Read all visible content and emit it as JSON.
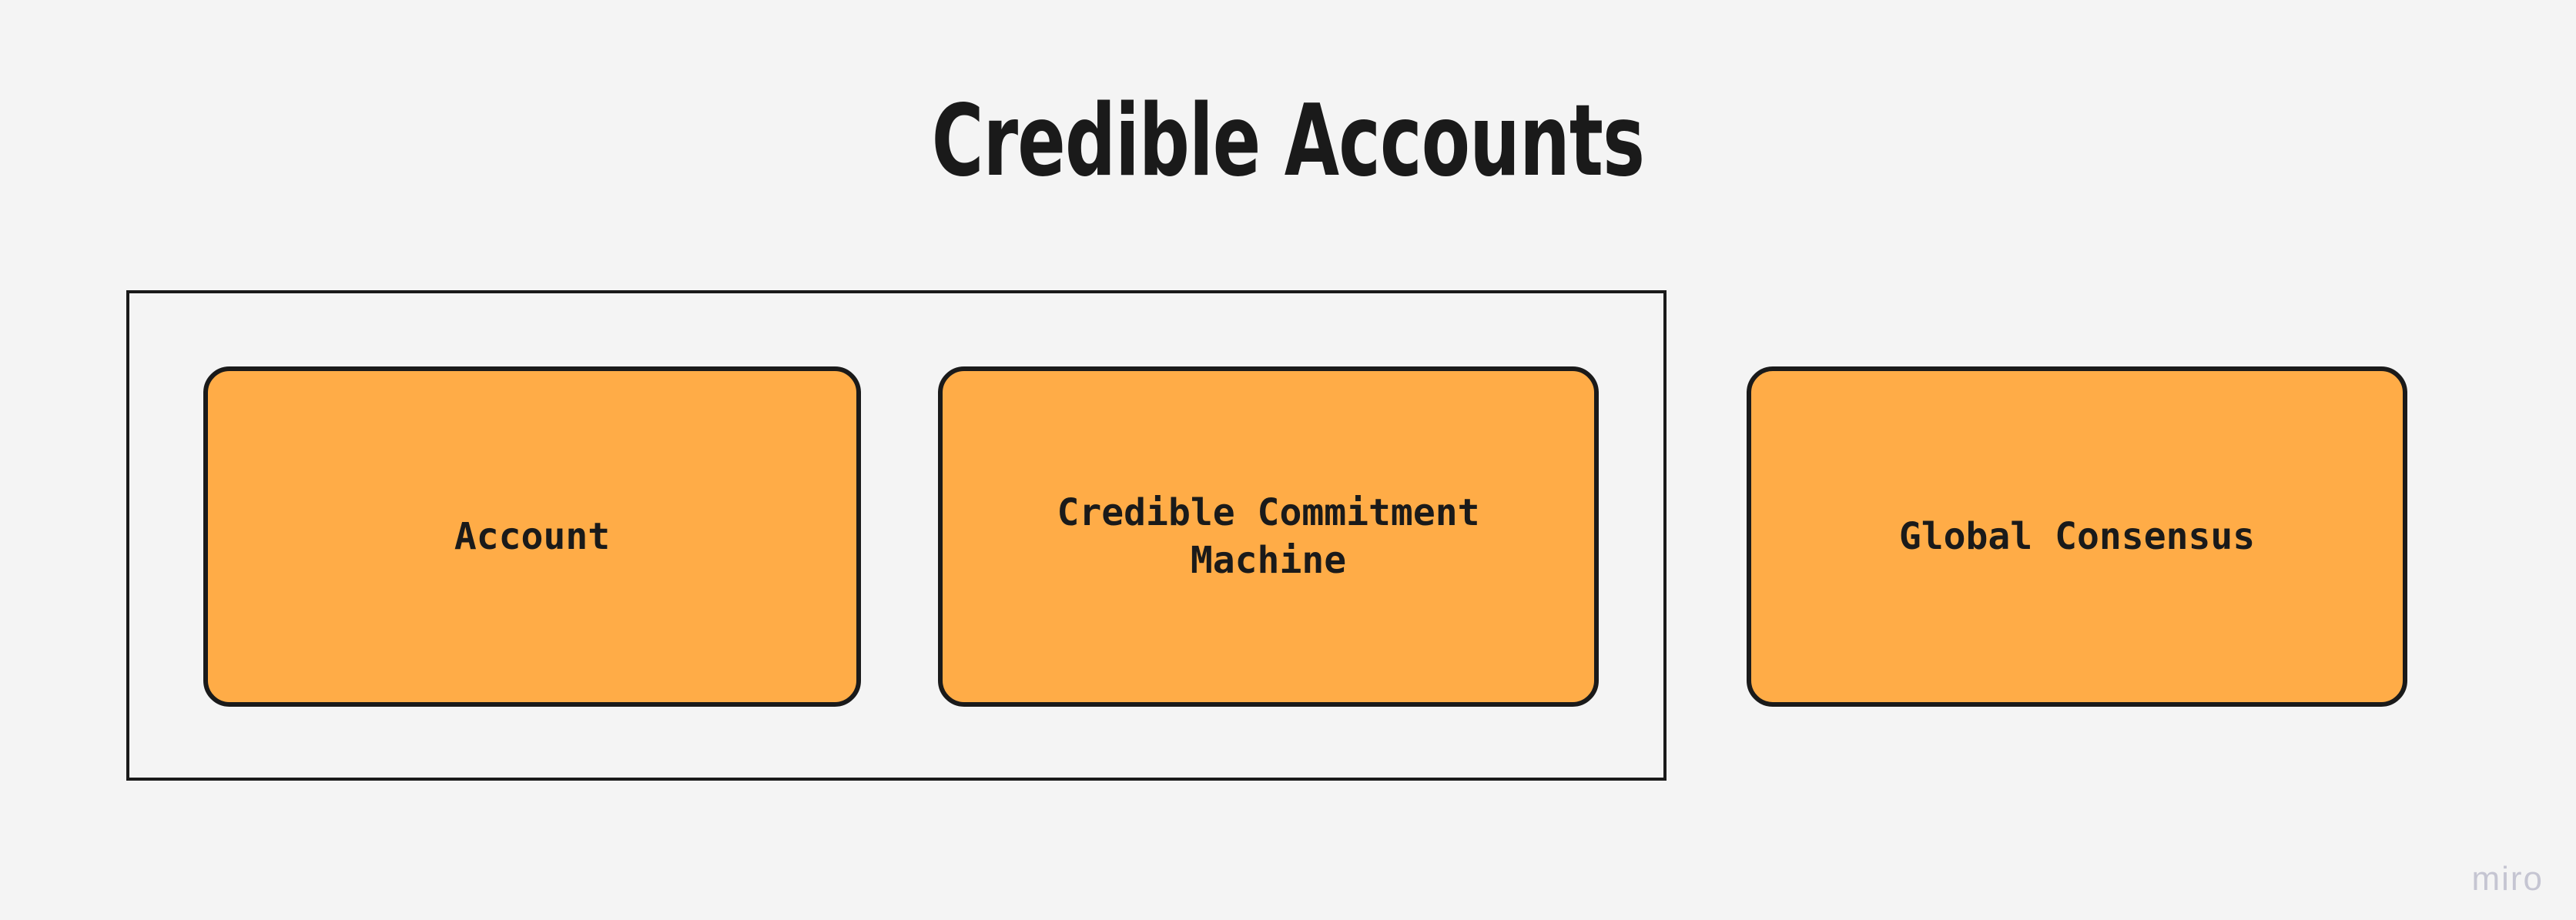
{
  "board": {
    "title": "Credible Accounts",
    "background_color": "#f4f4f4",
    "watermark": "miro"
  },
  "group_frame": {
    "name": "credible-accounts-group",
    "border_color": "#1a1a1a",
    "fill": "none"
  },
  "nodes": [
    {
      "id": "account",
      "label": "Account",
      "fill_color": "#ffac47",
      "border_color": "#1a1a1a",
      "text_color": "#1a1a1a",
      "in_group": true
    },
    {
      "id": "credible-commitment-machine",
      "label": "Credible Commitment\nMachine",
      "fill_color": "#ffac47",
      "border_color": "#1a1a1a",
      "text_color": "#1a1a1a",
      "in_group": true
    },
    {
      "id": "global-consensus",
      "label": "Global Consensus",
      "fill_color": "#ffac47",
      "border_color": "#1a1a1a",
      "text_color": "#1a1a1a",
      "in_group": false
    }
  ]
}
